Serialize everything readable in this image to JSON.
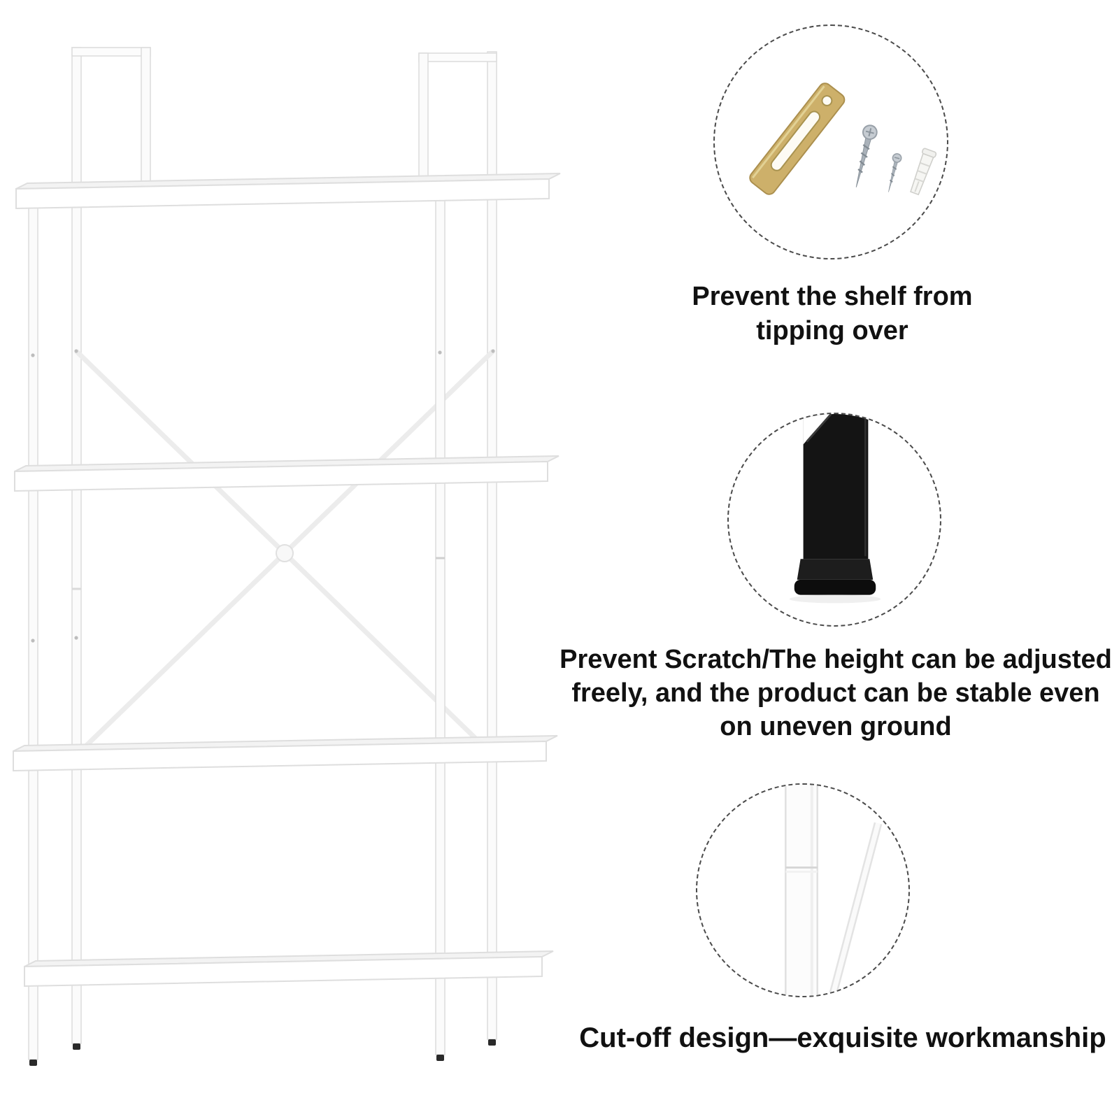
{
  "page": {
    "background": "#ffffff",
    "description": "Product feature graphic of a 4-tier white metal bookshelf with three dashed-circle detail callouts"
  },
  "product": {
    "name": "4-tier white bookshelf",
    "colors": {
      "board_white": "#ffffff",
      "board_top": "#f3f3f3",
      "outline": "#dedede",
      "brace": "#ececec",
      "foot_dark": "#2a2a2a"
    }
  },
  "callouts": {
    "anti_tip": {
      "caption": "Prevent the shelf from\ntipping over",
      "icons": {
        "anti-tip-bracket-icon": "gold slotted wall bracket",
        "screw-icon": "large mounting screw",
        "small-screw-icon": "small mounting screw",
        "wall-anchor-icon": "white plastic wall anchor"
      },
      "bracket_color": "#cdb06a"
    },
    "adjustable_foot": {
      "caption": "Prevent Scratch/The height can be adjusted\nfreely, and the product can be stable even\non uneven ground",
      "icons": {
        "adjustable-foot-icon": "black square leg with adjustable levelling foot"
      },
      "foot_color": "#141414"
    },
    "cutoff_design": {
      "caption": "Cut-off design—exquisite workmanship",
      "icons": {
        "frame-joint-icon": "white frame tube with cut-off joint and diagonal brace"
      }
    }
  }
}
